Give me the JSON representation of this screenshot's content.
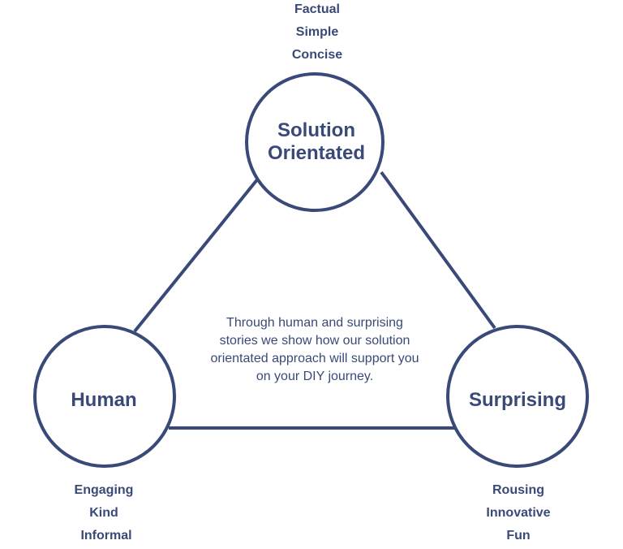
{
  "colors": {
    "primary": "#3a4a78",
    "background": "#ffffff"
  },
  "nodes": {
    "top": {
      "title_lines": [
        "Solution",
        "Orientated"
      ],
      "traits": [
        "Factual",
        "Simple",
        "Concise"
      ]
    },
    "left": {
      "title_lines": [
        "Human"
      ],
      "traits": [
        "Engaging",
        "Kind",
        "Informal"
      ]
    },
    "right": {
      "title_lines": [
        "Surprising"
      ],
      "traits": [
        "Rousing",
        "Innovative",
        "Fun"
      ]
    }
  },
  "center": {
    "lines": [
      "Through human and surprising",
      "stories we show how our solution",
      "orientated approach will support you",
      "on your DIY journey."
    ]
  }
}
